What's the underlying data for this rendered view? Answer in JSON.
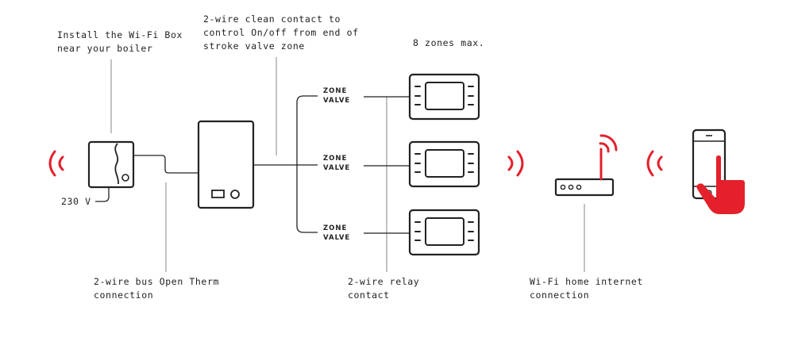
{
  "labels": {
    "install_line1": "Install the Wi-Fi Box",
    "install_line2": "near your boiler",
    "contact_line1": "2-wire clean contact to",
    "contact_line2": "control On/off from end of",
    "contact_line3": "stroke valve zone",
    "zones_max": "8 zones max.",
    "voltage": "230 V",
    "bus_line1": "2-wire bus Open Therm",
    "bus_line2": "connection",
    "relay_line1": "2-wire relay",
    "relay_line2": "contact",
    "wifi_line1": "Wi-Fi home internet",
    "wifi_line2": "connection"
  },
  "zones": [
    {
      "line1": "ZONE",
      "line2": "VALVE"
    },
    {
      "line1": "ZONE",
      "line2": "VALVE"
    },
    {
      "line1": "ZONE",
      "line2": "VALVE"
    }
  ],
  "icons": {
    "wifi_box": "wifi-box-icon",
    "boiler": "boiler-icon",
    "thermostat": "thermostat-icon",
    "router": "router-icon",
    "smartphone": "smartphone-icon",
    "hand": "hand-pointer-icon",
    "signal": "wireless-signal-icon"
  },
  "colors": {
    "accent": "#e3202b",
    "line": "#222222",
    "leader": "#999999"
  }
}
